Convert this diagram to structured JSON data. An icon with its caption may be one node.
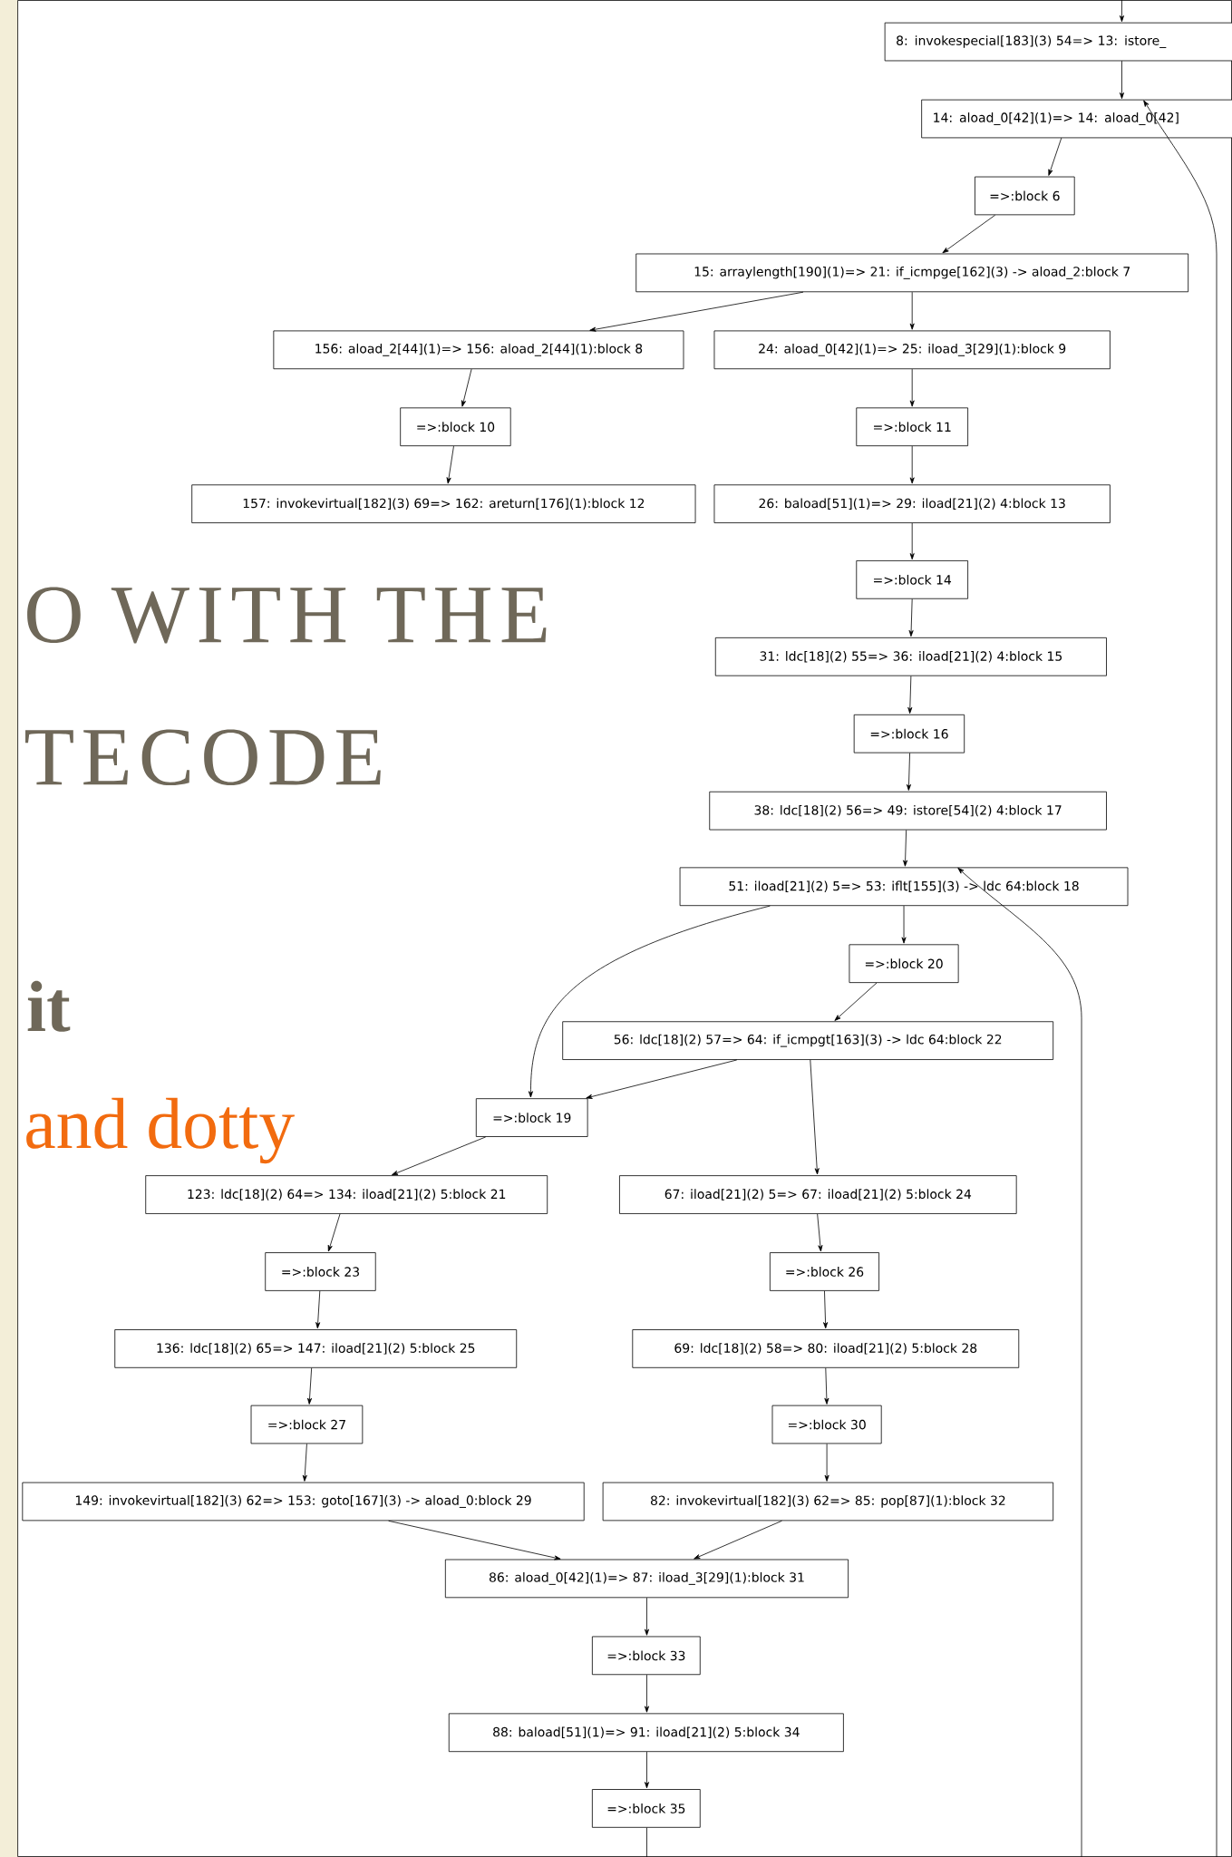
{
  "diagram": {
    "nodes": [
      {
        "text": [
          "8: invokespecial[183](3) 54=>  13: istore_"
        ]
      },
      {
        "text": [
          "14: aload_0[42](1)=>  14: aload_0[42]"
        ]
      },
      {
        "text": [
          "=>:block 6"
        ]
      },
      {
        "text": [
          "15: arraylength[190](1)=>  21: if_icmpge[162](3) -> aload_2:block 7"
        ]
      },
      {
        "text": [
          "156: aload_2[44](1)=> 156: aload_2[44](1):block 8"
        ]
      },
      {
        "text": [
          "24: aload_0[42](1)=>  25: iload_3[29](1):block 9"
        ]
      },
      {
        "text": [
          "=>:block 10"
        ]
      },
      {
        "text": [
          "=>:block 11"
        ]
      },
      {
        "text": [
          "157: invokevirtual[182](3) 69=> 162: areturn[176](1):block 12"
        ]
      },
      {
        "text": [
          "26: baload[51](1)=>  29: iload[21](2) 4:block 13"
        ]
      },
      {
        "text": [
          "=>:block 14"
        ]
      },
      {
        "text": [
          "31: ldc[18](2) 55=>  36: iload[21](2) 4:block 15"
        ]
      },
      {
        "text": [
          "=>:block 16"
        ]
      },
      {
        "text": [
          "38: ldc[18](2) 56=>  49: istore[54](2) 4:block 17"
        ]
      },
      {
        "text": [
          "51: iload[21](2) 5=>  53: iflt[155](3) -> ldc 64:block 18"
        ]
      },
      {
        "text": [
          "=>:block 20"
        ]
      },
      {
        "text": [
          "56: ldc[18](2) 57=>  64: if_icmpgt[163](3) -> ldc 64:block 22"
        ]
      },
      {
        "text": [
          "=>:block 19"
        ]
      },
      {
        "text": [
          "123: ldc[18](2) 64=> 134: iload[21](2) 5:block 21"
        ]
      },
      {
        "text": [
          "67: iload[21](2) 5=>  67: iload[21](2) 5:block 24"
        ]
      },
      {
        "text": [
          "=>:block 23"
        ]
      },
      {
        "text": [
          "=>:block 26"
        ]
      },
      {
        "text": [
          "136: ldc[18](2) 65=> 147: iload[21](2) 5:block 25"
        ]
      },
      {
        "text": [
          "69: ldc[18](2) 58=>  80: iload[21](2) 5:block 28"
        ]
      },
      {
        "text": [
          "=>:block 27"
        ]
      },
      {
        "text": [
          "=>:block 30"
        ]
      },
      {
        "text": [
          "149: invokevirtual[182](3) 62=> 153: goto[167](3) -> aload_0:block 29"
        ]
      },
      {
        "text": [
          "82: invokevirtual[182](3) 62=>  85: pop[87](1):block 32"
        ]
      },
      {
        "text": [
          "86: aload_0[42](1)=>  87: iload_3[29](1):block 31"
        ]
      },
      {
        "text": [
          "=>:block 33"
        ]
      },
      {
        "text": [
          "88: baload[51](1)=>  91: iload[21](2) 5:block 34"
        ]
      },
      {
        "text": [
          "=>:block 35"
        ]
      }
    ],
    "edges": [
      {
        "from": null,
        "to": 0,
        "arrow": "to"
      },
      {
        "from": 0,
        "to": 1,
        "arrow": "to"
      },
      {
        "from": 1,
        "to": 2,
        "arrow": "to"
      },
      {
        "from": 2,
        "to": 3,
        "arrow": "to"
      },
      {
        "from": 3,
        "to": 4,
        "arrow": "to"
      },
      {
        "from": 3,
        "to": 5,
        "arrow": "to"
      },
      {
        "from": 4,
        "to": 6,
        "arrow": "to"
      },
      {
        "from": 6,
        "to": 8,
        "arrow": "to"
      },
      {
        "from": 5,
        "to": 7,
        "arrow": "to"
      },
      {
        "from": 7,
        "to": 9,
        "arrow": "to"
      },
      {
        "from": 9,
        "to": 10,
        "arrow": "to"
      },
      {
        "from": 10,
        "to": 11,
        "arrow": "to"
      },
      {
        "from": 11,
        "to": 12,
        "arrow": "to"
      },
      {
        "from": 12,
        "to": 13,
        "arrow": "to"
      },
      {
        "from": 13,
        "to": 14,
        "arrow": "to"
      },
      {
        "from": 14,
        "to": 15,
        "arrow": "to"
      },
      {
        "from": 14,
        "to": 17,
        "arrow": "to"
      },
      {
        "from": 15,
        "to": 16,
        "arrow": "to"
      },
      {
        "from": 16,
        "to": 17,
        "arrow": "to"
      },
      {
        "from": 16,
        "to": 19,
        "arrow": "to"
      },
      {
        "from": 17,
        "to": 18,
        "arrow": "to"
      },
      {
        "from": 18,
        "to": 20,
        "arrow": "to"
      },
      {
        "from": 20,
        "to": 22,
        "arrow": "to"
      },
      {
        "from": 22,
        "to": 24,
        "arrow": "to"
      },
      {
        "from": 24,
        "to": 26,
        "arrow": "to"
      },
      {
        "from": 19,
        "to": 21,
        "arrow": "to"
      },
      {
        "from": 21,
        "to": 23,
        "arrow": "to"
      },
      {
        "from": 23,
        "to": 25,
        "arrow": "to"
      },
      {
        "from": 25,
        "to": 27,
        "arrow": "to"
      },
      {
        "from": 26,
        "to": 28,
        "arrow": "to"
      },
      {
        "from": 27,
        "to": 28,
        "arrow": "to"
      },
      {
        "from": 28,
        "to": 29,
        "arrow": "to"
      },
      {
        "from": 29,
        "to": 30,
        "arrow": "to"
      },
      {
        "from": 30,
        "to": 31,
        "arrow": "to"
      },
      {
        "from": 31,
        "to": null,
        "arrow": "none"
      },
      {
        "from": null,
        "to": 14,
        "arrow": "to"
      },
      {
        "from": null,
        "to": 1,
        "arrow": "to"
      }
    ],
    "labels": [
      "O WITH THE",
      "TECODE",
      "it",
      "and dotty"
    ]
  }
}
